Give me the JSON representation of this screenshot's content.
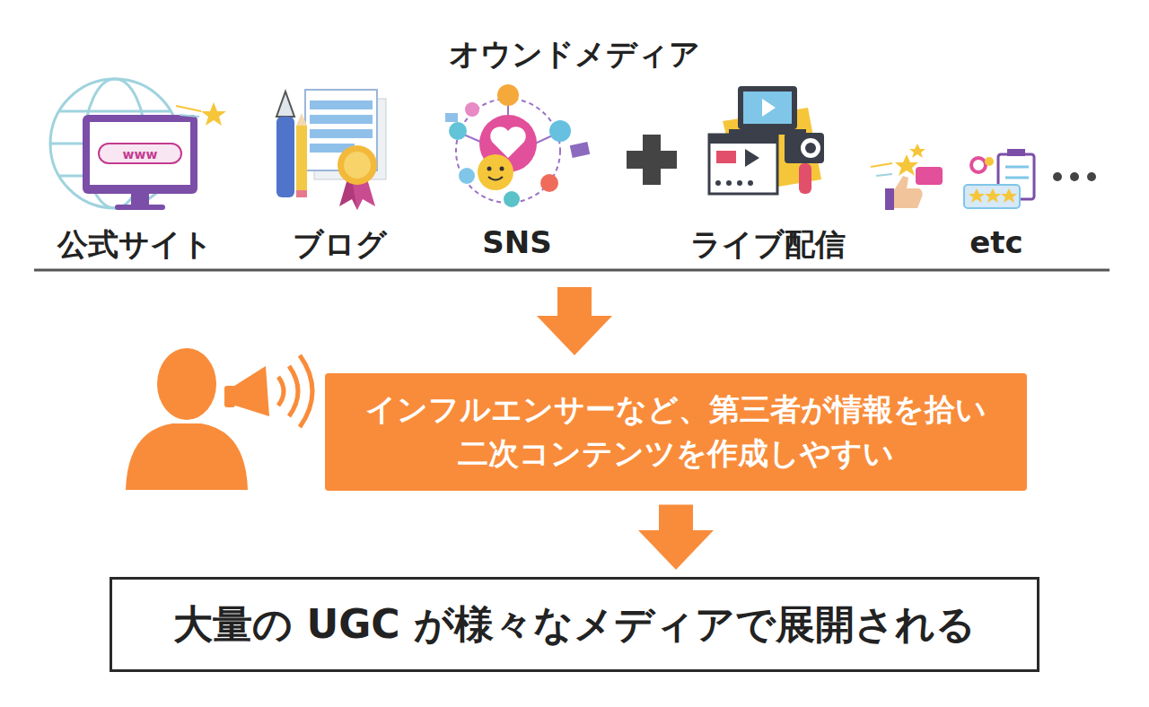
{
  "diagram": {
    "title": "オウンドメディア",
    "nodes": [
      {
        "text": [
          "インフルエンサーなど、第三者が情報を拾い 二次コンテンツを作成しやすい"
        ]
      },
      {
        "text": [
          "大量の UGC が様々なメディアで展開される"
        ]
      }
    ],
    "edges": [
      {
        "from": 0,
        "to": 1,
        "arrow": "to"
      }
    ],
    "labels": [
      "公式サイト",
      "ブログ",
      "SNS",
      "ライブ配信",
      "etc"
    ]
  }
}
